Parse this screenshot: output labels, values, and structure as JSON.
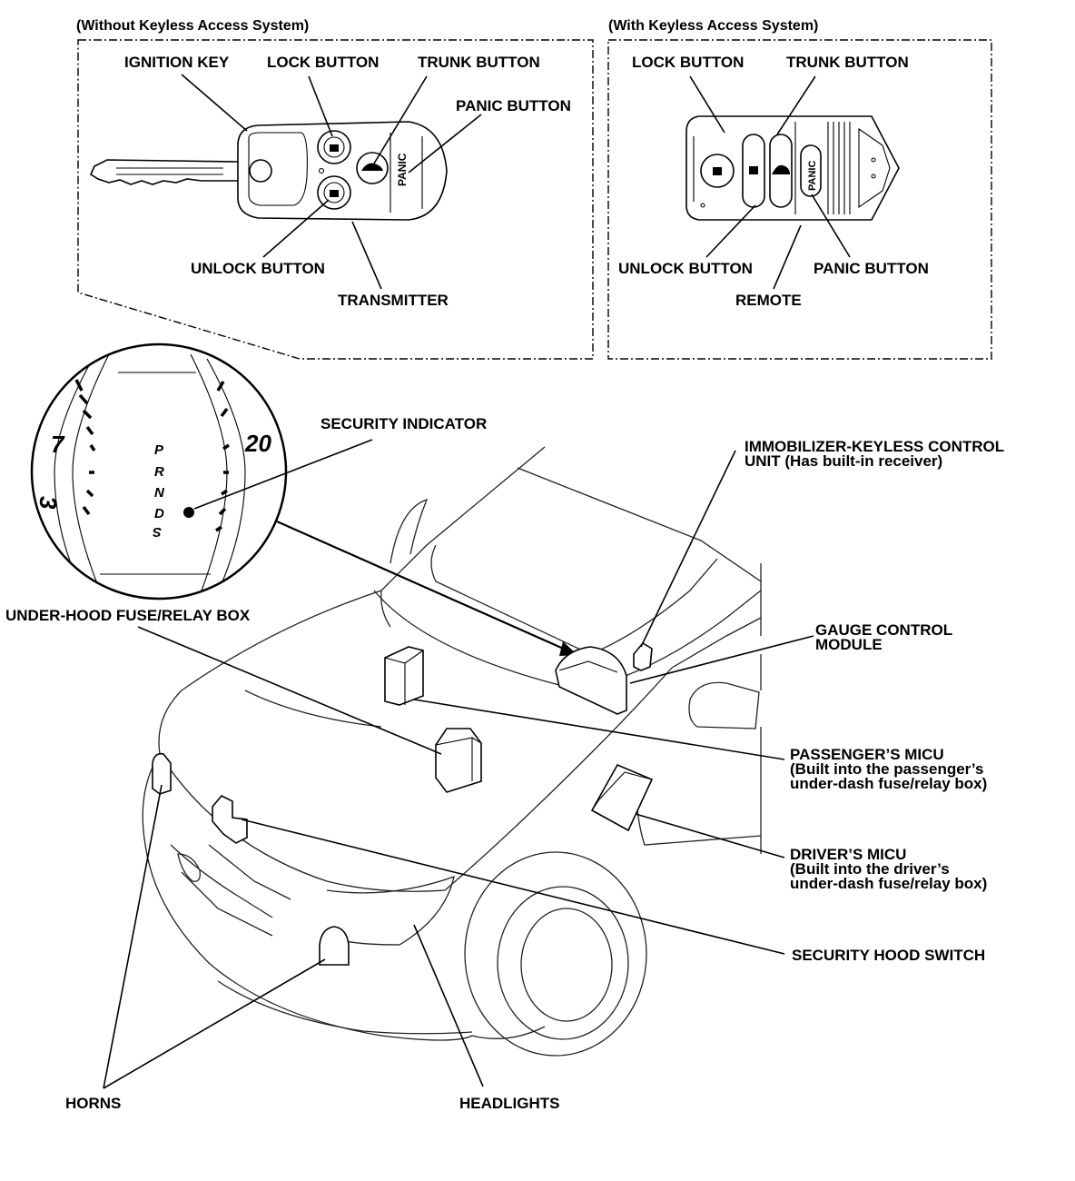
{
  "panels": {
    "without_header": "(Without Keyless Access System)",
    "with_header": "(With Keyless Access System)"
  },
  "key_fob": {
    "ignition_key": "IGNITION KEY",
    "lock_button": "LOCK BUTTON",
    "trunk_button": "TRUNK BUTTON",
    "panic_button": "PANIC BUTTON",
    "unlock_button": "UNLOCK BUTTON",
    "transmitter": "TRANSMITTER",
    "panic_text": "PANIC"
  },
  "remote": {
    "lock_button": "LOCK BUTTON",
    "trunk_button": "TRUNK BUTTON",
    "unlock_button": "UNLOCK BUTTON",
    "remote": "REMOTE",
    "panic_button": "PANIC BUTTON",
    "panic_text": "PANIC"
  },
  "gauge": {
    "left_num": "7",
    "left_low": "3",
    "right_num": "20",
    "gears": [
      "P",
      "R",
      "N",
      "D",
      "S"
    ]
  },
  "labels": {
    "security_indicator": "SECURITY INDICATOR",
    "immobilizer_line1": "IMMOBILIZER-KEYLESS CONTROL",
    "immobilizer_line2": "UNIT (Has built-in receiver)",
    "under_hood": "UNDER-HOOD FUSE/RELAY BOX",
    "gauge_line1": "GAUGE CONTROL",
    "gauge_line2": "MODULE",
    "passenger_line1": "PASSENGER’S MICU",
    "passenger_line2": "(Built into the passenger’s",
    "passenger_line3": "under-dash fuse/relay box)",
    "driver_line1": "DRIVER’S MICU",
    "driver_line2": "(Built into the driver’s",
    "driver_line3": "under-dash fuse/relay box)",
    "hood_switch": "SECURITY HOOD SWITCH",
    "horns": "HORNS",
    "headlights": "HEADLIGHTS"
  }
}
